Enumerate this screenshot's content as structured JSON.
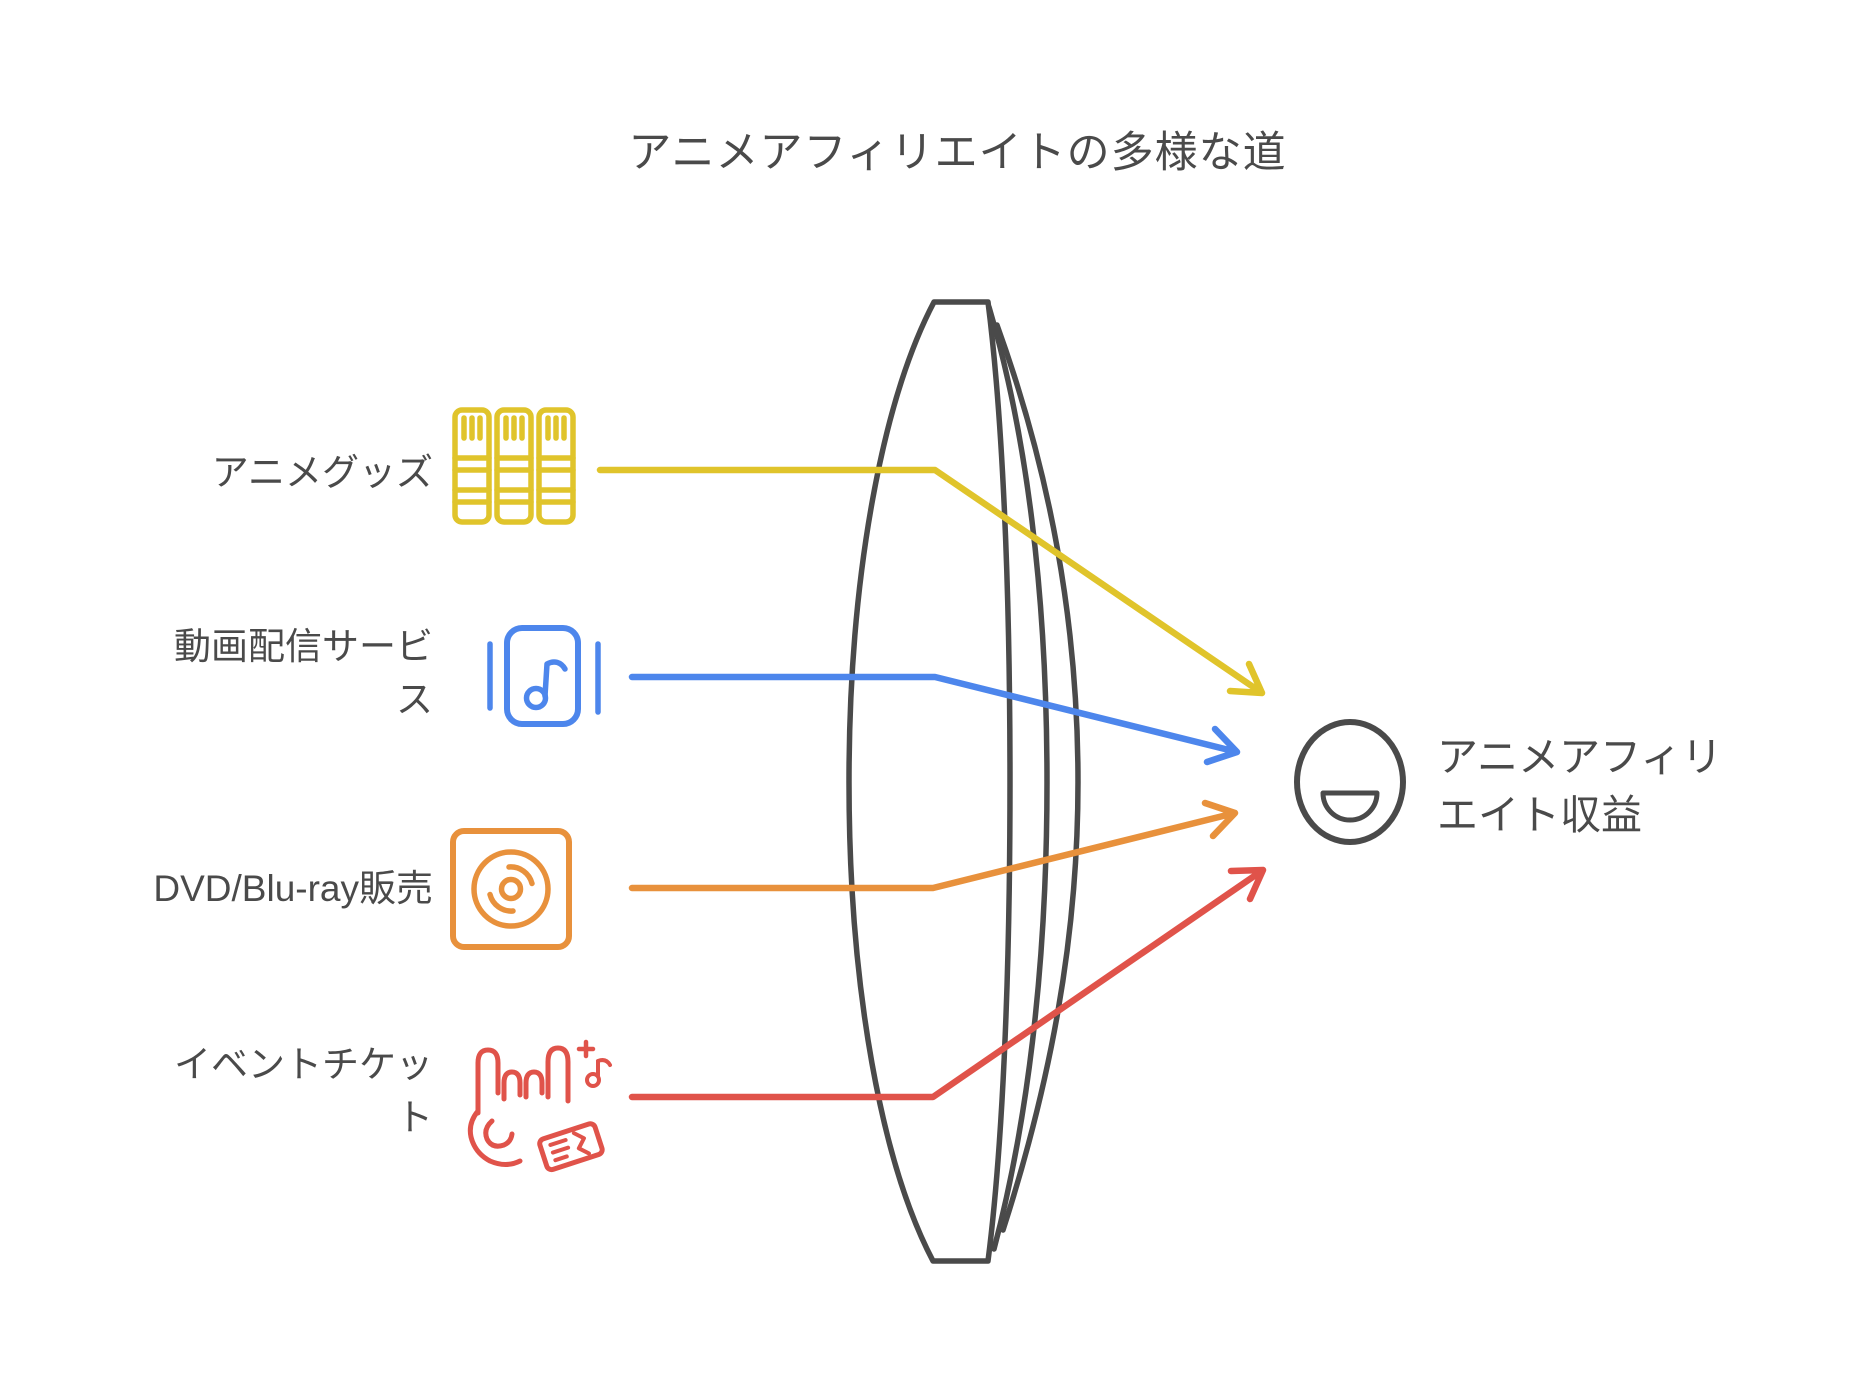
{
  "title": "アニメアフィリエイトの多様な道",
  "sources": [
    {
      "label": "アニメグッズ",
      "icon": "books-icon",
      "color": "#E0C42B"
    },
    {
      "label": "動画配信サービス",
      "icon": "music-player-icon",
      "color": "#4D86EC"
    },
    {
      "label": "DVD/Blu-ray販売",
      "icon": "disc-icon",
      "color": "#E8913C"
    },
    {
      "label": "イベントチケット",
      "icon": "rock-hand-ticket-icon",
      "color": "#E0534A"
    }
  ],
  "result": {
    "label": "アニメアフィリエイト収益",
    "icon": "smiley-face-icon"
  },
  "colors": {
    "ink": "#4A4A4A",
    "yellow": "#E0C42B",
    "blue": "#4D86EC",
    "orange": "#E8913C",
    "red": "#E0534A",
    "bg": "#FFFFFF"
  }
}
